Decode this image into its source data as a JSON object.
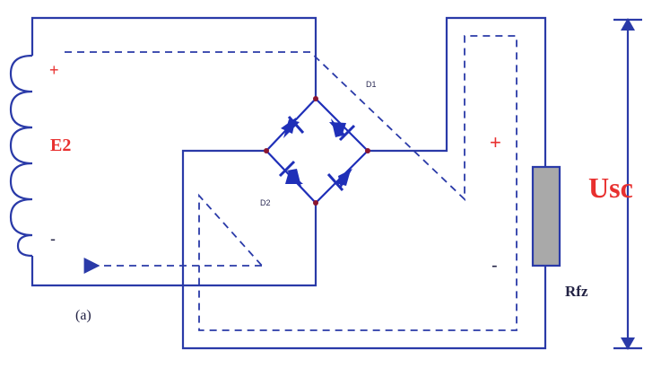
{
  "labels": {
    "source": "E2",
    "source_plus": "+",
    "source_minus": "-",
    "diode_d1": "D1",
    "diode_d2": "D2",
    "load_plus": "+",
    "load_minus": "-",
    "load": "Rfz",
    "output_voltage": "Usc",
    "figure_tag": "(a)"
  },
  "colors": {
    "wire": "#2a3aa8",
    "diode": "#1f2fb8",
    "node": "#8a1530",
    "current_path": "#2a3aa8",
    "label_red": "#e8302f",
    "resistor_fill": "#a9a9a9",
    "resistor_border": "#2a3aa8"
  }
}
